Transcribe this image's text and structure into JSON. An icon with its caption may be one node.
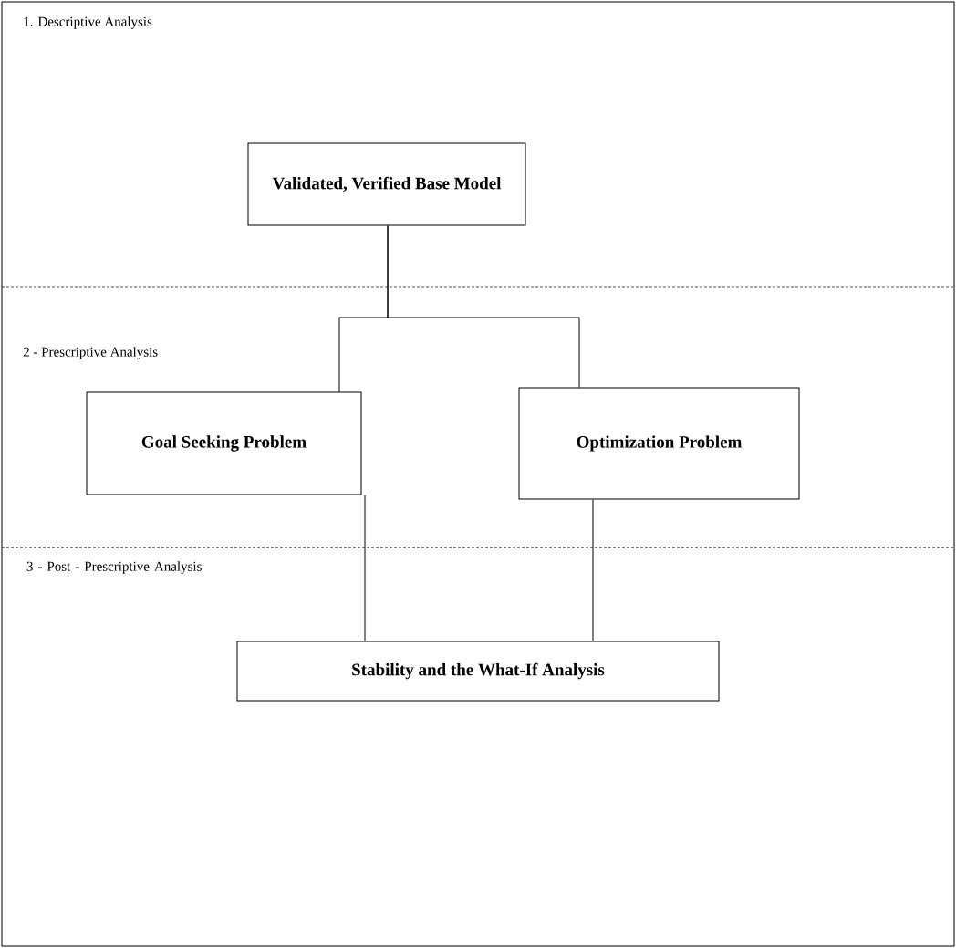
{
  "diagram": {
    "nodes": [
      {
        "text": [
          "Validated, Verified Base Model"
        ]
      },
      {
        "text": [
          "Goal Seeking Problem"
        ]
      },
      {
        "text": [
          "Optimization Problem"
        ]
      },
      {
        "text": [
          "Stability and the What-If Analysis"
        ]
      }
    ],
    "edges": [
      {
        "from": 0,
        "to": 1,
        "arrow": "none"
      },
      {
        "from": 0,
        "to": 2,
        "arrow": "none"
      },
      {
        "from": 1,
        "to": 3,
        "arrow": "none"
      },
      {
        "from": 2,
        "to": 3,
        "arrow": "none"
      }
    ],
    "labels": [
      "1. Descriptive Analysis",
      "2 - Prescriptive Analysis",
      "3 - Post - Prescriptive Analysis"
    ]
  }
}
